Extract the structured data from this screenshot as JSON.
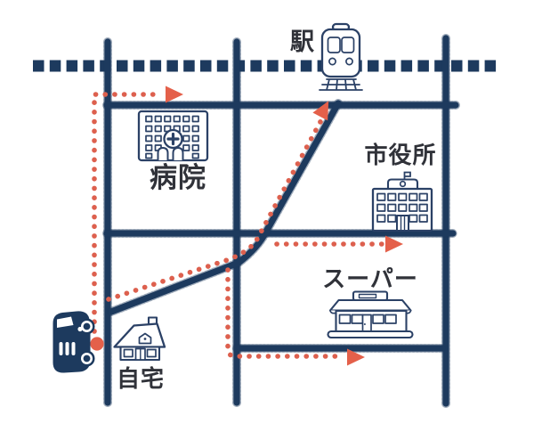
{
  "map": {
    "background": "#ffffff",
    "labels": {
      "station": "駅",
      "hospital": "病院",
      "city_hall": "市役所",
      "supermarket": "スーパー",
      "home": "自宅"
    },
    "colors": {
      "road_navy": "#1d3a5e",
      "railway_navy": "#1d3a5e",
      "icon_outline_navy": "#2b4166",
      "route_dot_red": "#dd604e",
      "route_arrow_red": "#e4604a",
      "start_marker_red": "#e4604a",
      "label_text": "#303239"
    },
    "icons": [
      "train-icon",
      "hospital-icon",
      "city-hall-icon",
      "supermarket-icon",
      "house-icon",
      "car-icon"
    ],
    "route_info": {
      "style": "red dotted lines",
      "arrow_count": 4,
      "start_marker": "red dot beside home and car"
    }
  }
}
